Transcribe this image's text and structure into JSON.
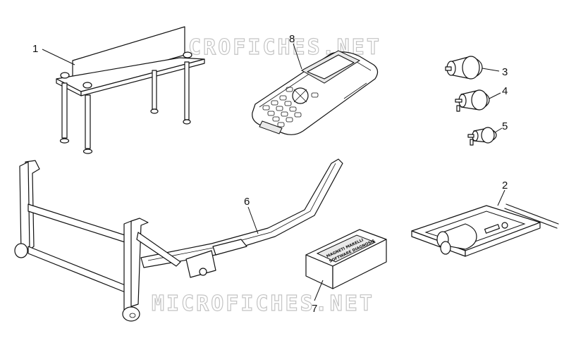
{
  "watermarks": [
    "MICROFICHES.NET",
    "MICROFICHES.NET"
  ],
  "callouts": [
    "1",
    "2",
    "3",
    "4",
    "5",
    "6",
    "7",
    "8"
  ],
  "box_label": {
    "line1": "MAGNETI MARELLI",
    "line2": "SOFTWARE DIAGNOSIS"
  },
  "icons": {
    "part_1": "bench-stand-icon",
    "part_2": "engine-support-frame-icon",
    "part_3": "socket-wrench-large-icon",
    "part_4": "socket-wrench-medium-icon",
    "part_5": "socket-wrench-small-icon",
    "part_6": "center-stand-icon",
    "part_7": "software-box-icon",
    "part_8": "diagnostic-tester-icon"
  }
}
